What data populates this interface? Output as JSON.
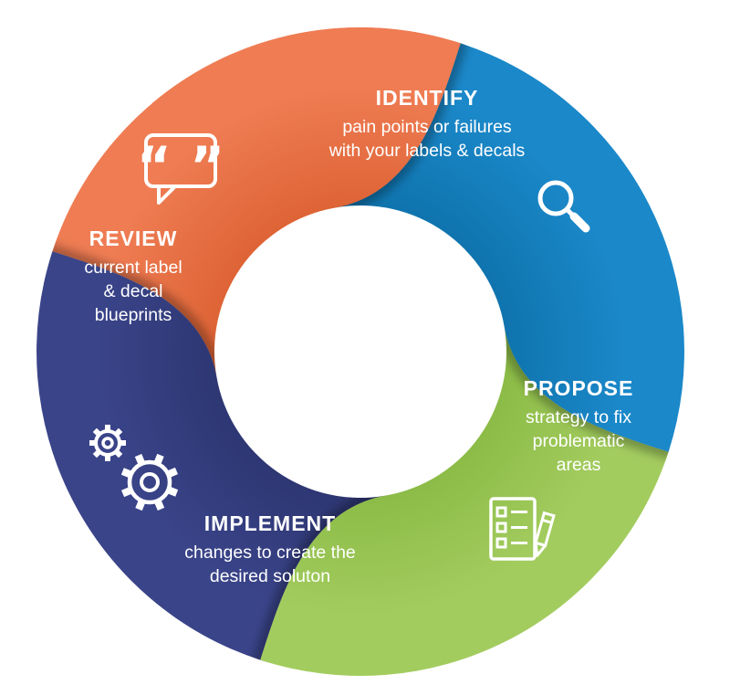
{
  "colors": {
    "identify_blue": "#1B88C9",
    "identify_blue_dark": "#0F74AE",
    "propose_green": "#A3CC5F",
    "propose_green_dark": "#8CBC47",
    "implement_navy": "#3A4489",
    "implement_navy_dark": "#2E3773",
    "review_orange": "#EF7C53",
    "review_orange_dark": "#DE6436"
  },
  "segments": {
    "identify": {
      "title": "IDENTIFY",
      "line1": "pain points or failures",
      "line2": "with your labels & decals",
      "icon": "magnifier-icon"
    },
    "propose": {
      "title": "PROPOSE",
      "line1": "strategy to fix",
      "line2": "problematic",
      "line3": "areas",
      "icon": "checklist-icon"
    },
    "implement": {
      "title": "IMPLEMENT",
      "line1": "changes to create the",
      "line2": "desired soluton",
      "icon": "gears-icon"
    },
    "review": {
      "title": "REVIEW",
      "line1": "current label",
      "line2": "& decal",
      "line3": "blueprints",
      "icon": "quote-icon"
    }
  },
  "icons": {
    "quote_marks": "“ ”"
  }
}
